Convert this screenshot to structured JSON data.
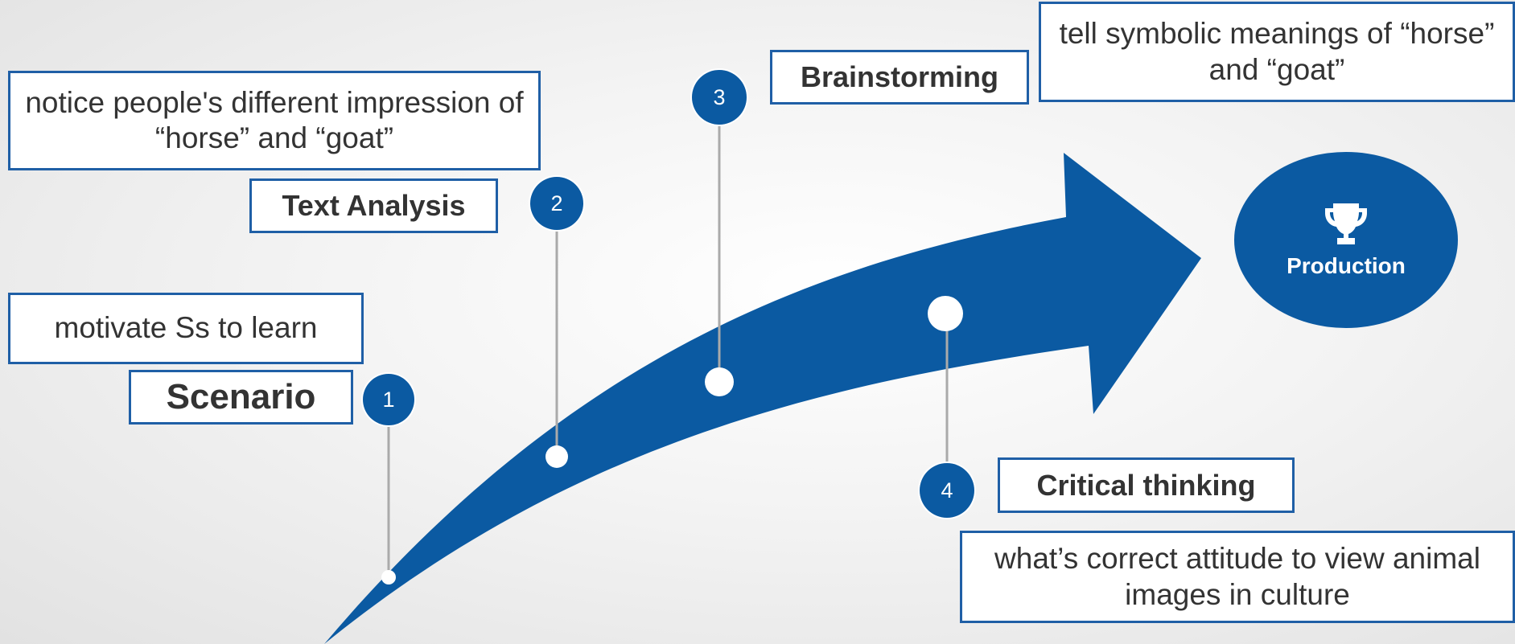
{
  "steps": [
    {
      "number": "1",
      "title": "Scenario",
      "description": "motivate Ss to learn"
    },
    {
      "number": "2",
      "title": "Text Analysis",
      "description": "notice people's different impression of “horse” and “goat”"
    },
    {
      "number": "3",
      "title": "Brainstorming",
      "description": "tell symbolic meanings of “horse” and “goat”"
    },
    {
      "number": "4",
      "title": "Critical thinking",
      "description": "what’s correct attitude to view animal images in culture"
    }
  ],
  "goal": {
    "label": "Production",
    "icon": "trophy-icon"
  },
  "colors": {
    "accent": "#0b5aa2",
    "box_border": "#1f5fa6",
    "text": "#333333",
    "connector": "#aaaaaa"
  }
}
